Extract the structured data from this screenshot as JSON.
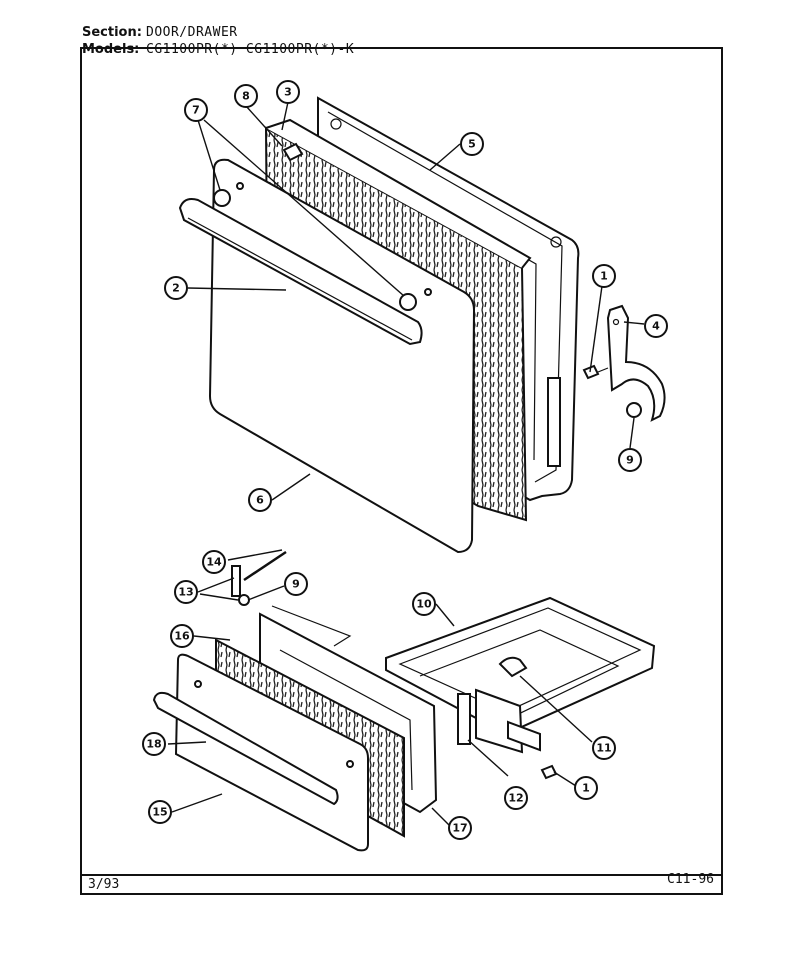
{
  "header": {
    "section_label": "Section:",
    "section_value": "DOOR/DRAWER",
    "models_label": "Models:",
    "models_value": "CG1100PR(*) CG1100PR(*)-K"
  },
  "footer": {
    "date": "3/93",
    "code": "C11-96"
  },
  "callouts": [
    "7",
    "8",
    "3",
    "5",
    "2",
    "1",
    "4",
    "9",
    "6",
    "14",
    "13",
    "9",
    "10",
    "16",
    "11",
    "18",
    "12",
    "1",
    "15",
    "17"
  ]
}
